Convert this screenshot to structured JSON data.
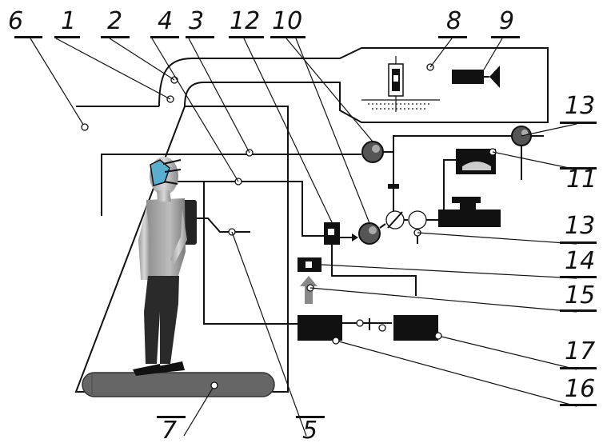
{
  "labels": {
    "l1": "1",
    "l2": "2",
    "l3": "3",
    "l4": "4",
    "l5": "5",
    "l6": "6",
    "l7": "7",
    "l8": "8",
    "l9": "9",
    "l10": "10",
    "l11": "11",
    "l12": "12",
    "l13a": "13",
    "l13b": "13",
    "l14": "14",
    "l15": "15",
    "l16": "16",
    "l17": "17"
  }
}
